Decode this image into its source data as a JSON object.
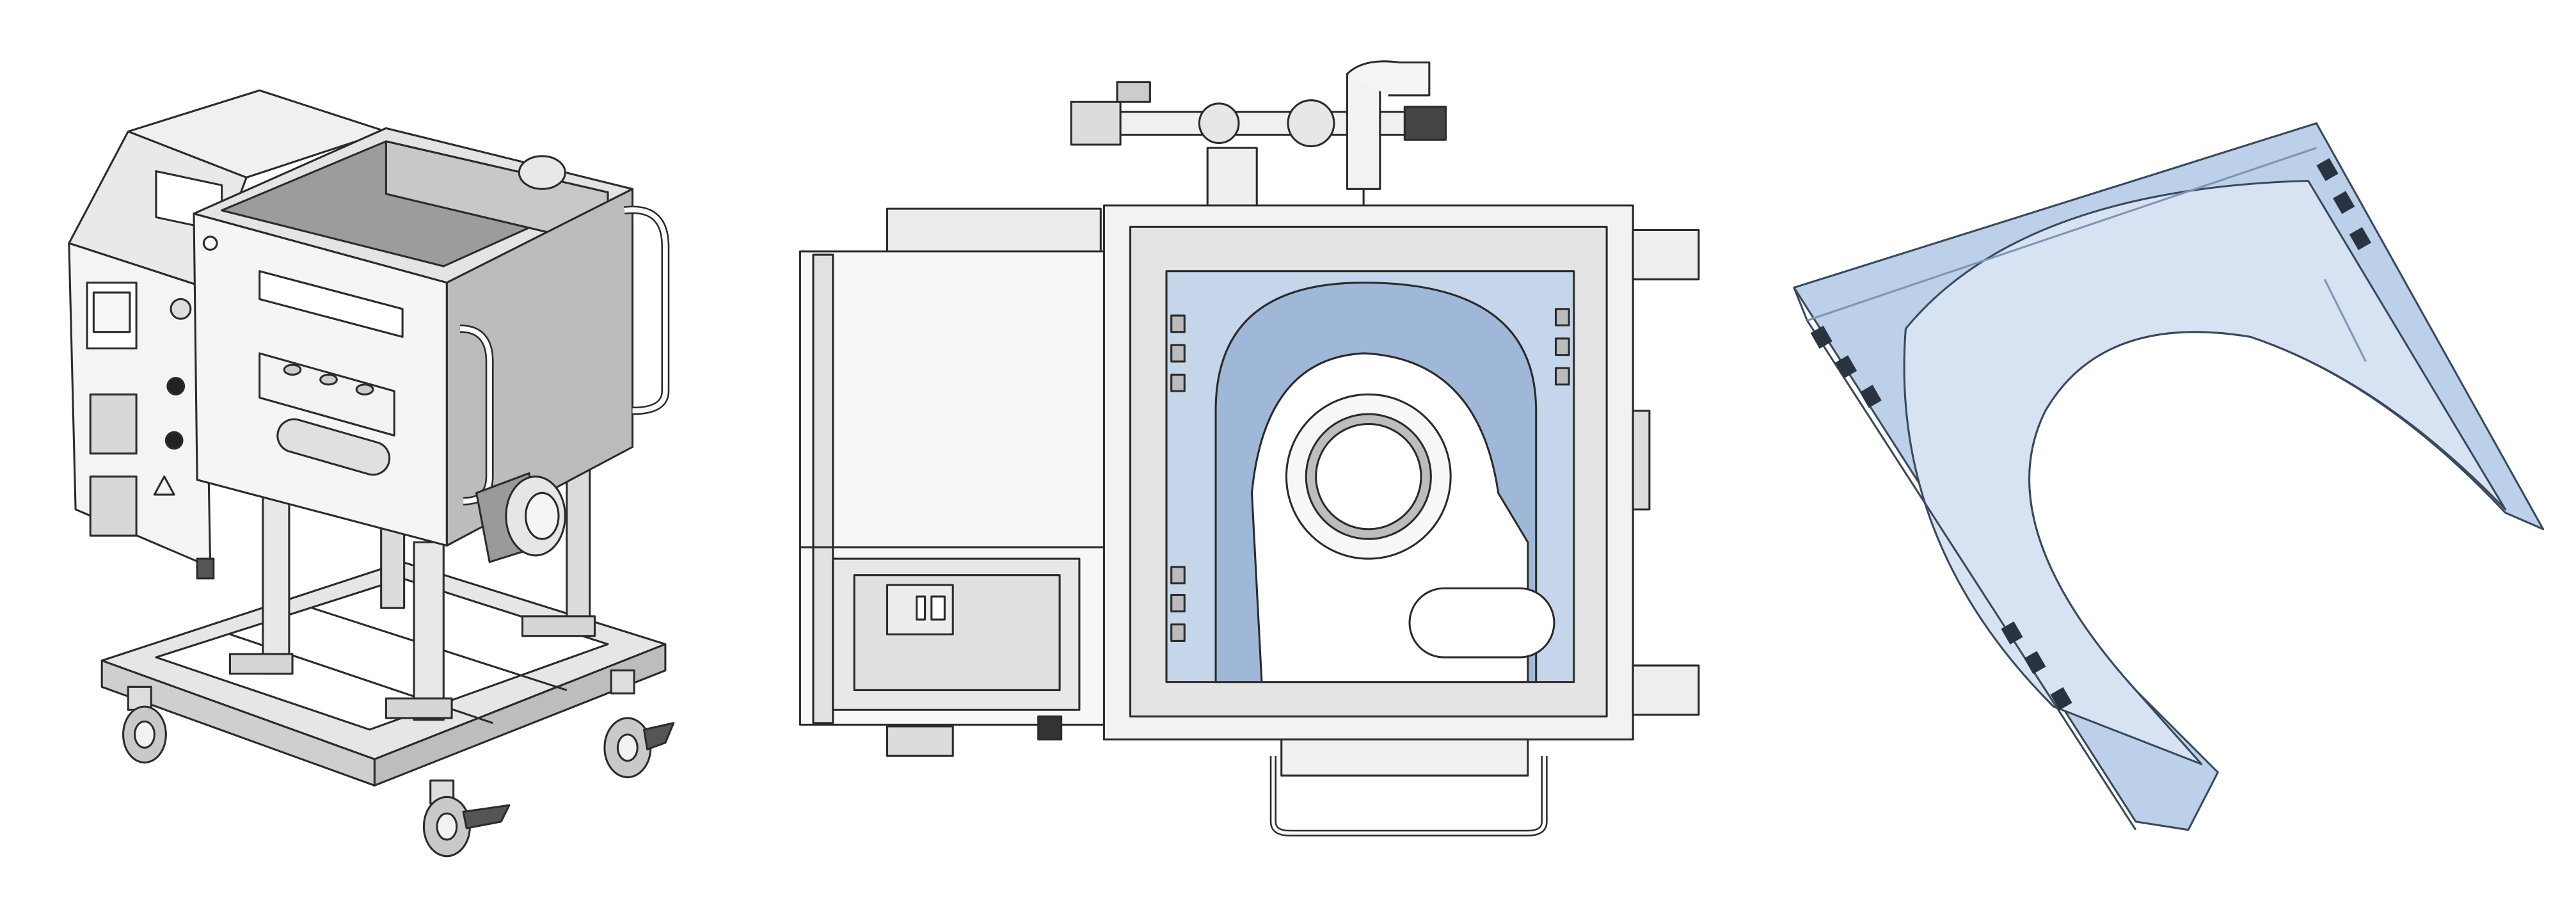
{
  "figure": {
    "views": [
      {
        "id": "isometric-machine"
      },
      {
        "id": "top-view-machine"
      },
      {
        "id": "trough-insert-part"
      }
    ],
    "colors": {
      "line": "#2b2b2b",
      "metal_light": "#ededed",
      "metal_mid": "#d4d4d4",
      "metal_dark": "#a9a9a9",
      "trough_blue": "#c6d6ea",
      "part_blue": "#bcd0ea",
      "part_blue_dark": "#9fb8d8",
      "tab_dark": "#2a3440"
    }
  }
}
